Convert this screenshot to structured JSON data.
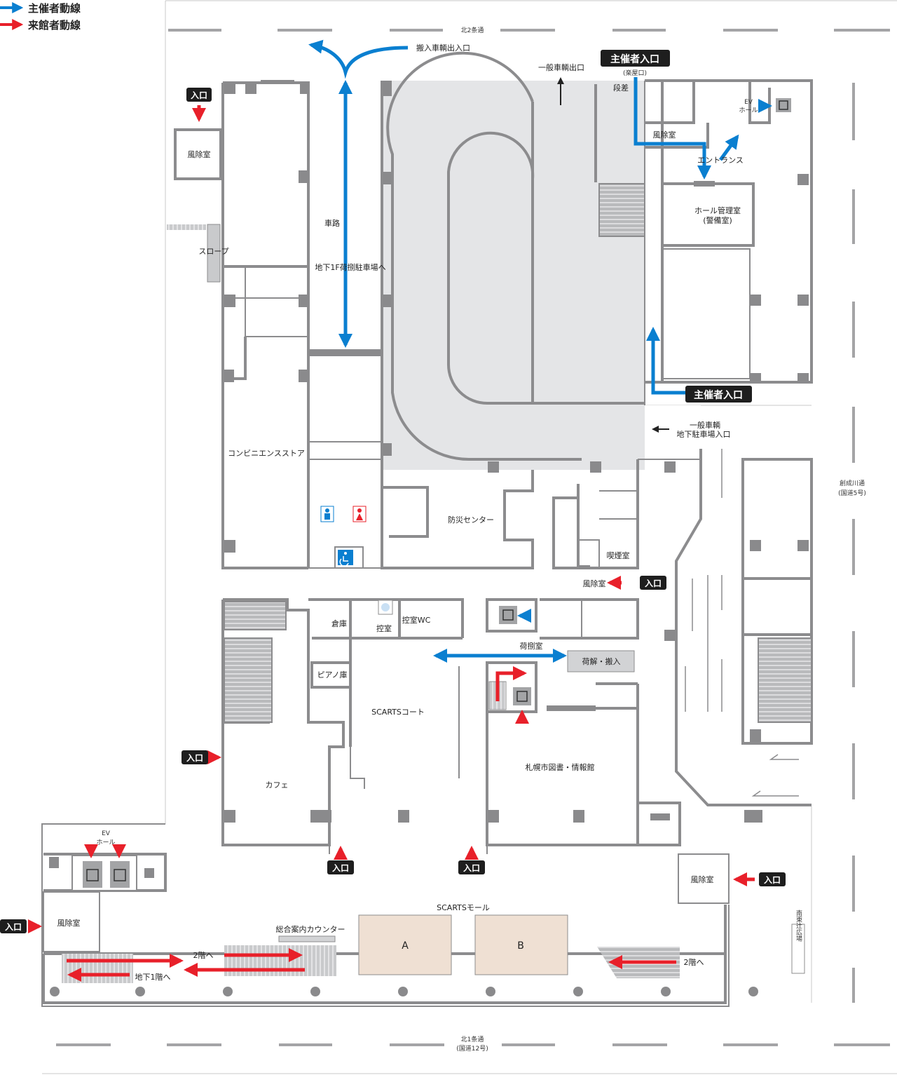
{
  "colors": {
    "organizer_route": "#0a7fd0",
    "visitor_route": "#e8202a",
    "wall": "#8c8c8e",
    "parking_fill": "#e4e5e7",
    "shop_fill": "#efe0d3",
    "badge": "#1e1e1e"
  },
  "legend": {
    "organizer": "主催者動線",
    "visitor": "来館者動線"
  },
  "streets": {
    "north2": "北2条通",
    "north1": "北1条通",
    "north1_sub": "(国道12号)",
    "sosei": "創成川通",
    "sosei_sub": "(国道5号)",
    "plaza": "南東辻広場"
  },
  "vehicle": {
    "loading_gate": "搬入車輌出入口",
    "general_exit": "一般車輌出口",
    "road": "車路",
    "road_to_b1": "地下1F荷捌駐車場へ",
    "general_entry_1": "一般車輌",
    "general_entry_2": "地下駐車場入口"
  },
  "organizer_entrance": {
    "label": "主催者入口",
    "sub": "(楽屋口)",
    "step": "段差",
    "ev_hall_1": "EV",
    "ev_hall_2": "ホール",
    "windbreak": "風除室",
    "entrance_hall": "エントランス",
    "hall_office_1": "ホール管理室",
    "hall_office_2": "(警備室)",
    "second_entry": "主催者入口"
  },
  "rooms": {
    "windbreak_nw": "風除室",
    "slope": "スロープ",
    "convenience": "コンビニエンスストア",
    "disaster_center": "防災センター",
    "smoking": "喫煙室",
    "windbreak_mid": "風除室",
    "storage": "倉庫",
    "green_room": "控室",
    "green_room_wc": "控室WC",
    "piano_store": "ピアノ庫",
    "scarts_court": "SCARTSコート",
    "unloading_room": "荷捌室",
    "unloading": "荷解・搬入",
    "library": "札幌市図書・情報館",
    "cafe": "カフェ",
    "ev_sw_1": "EV",
    "ev_sw_2": "ホール",
    "windbreak_sw": "風除室",
    "windbreak_se": "風除室",
    "mall": "SCARTSモール",
    "info_counter": "総合案内カウンター",
    "shop_a": "A",
    "shop_b": "B",
    "to_2f_left": "2階へ",
    "to_b1": "地下1階へ",
    "to_2f_right": "2階へ"
  },
  "entrances": {
    "nw": "入口",
    "mid_east": "入口",
    "west": "入口",
    "south_1": "入口",
    "south_2": "入口",
    "southeast": "入口",
    "southwest": "入口"
  }
}
